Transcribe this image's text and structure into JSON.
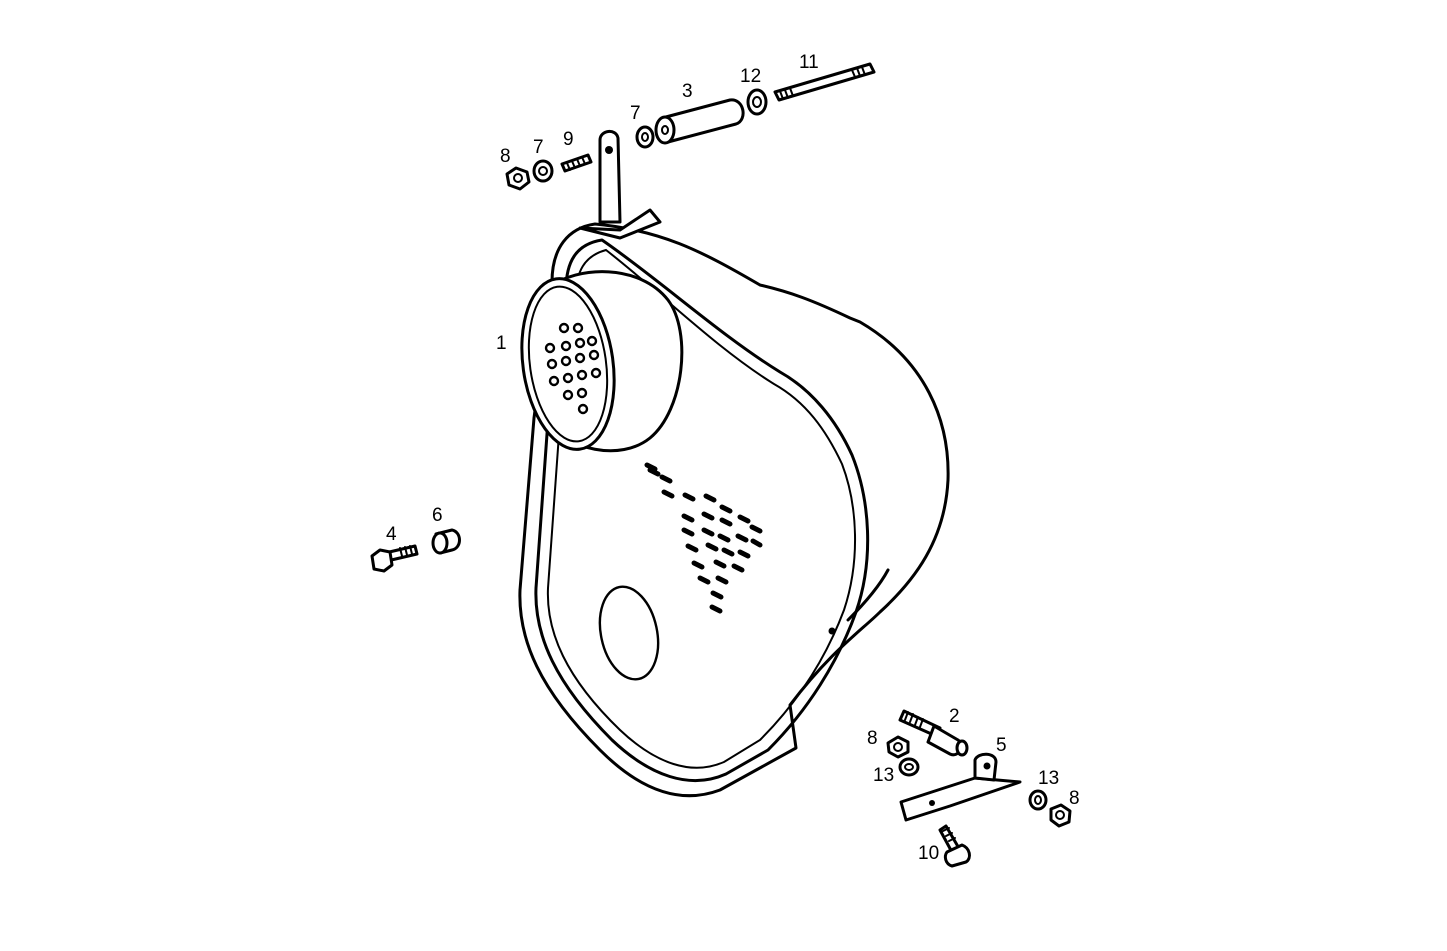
{
  "diagram": {
    "callouts": {
      "c1": "1",
      "c2": "2",
      "c3": "3",
      "c4": "4",
      "c5": "5",
      "c6": "6",
      "c7a": "7",
      "c7b": "7",
      "c8a": "8",
      "c8b": "8",
      "c8c": "8",
      "c9": "9",
      "c10": "10",
      "c11": "11",
      "c12": "12",
      "c13a": "13",
      "c13b": "13"
    },
    "colors": {
      "ink": "#000000",
      "paper": "#ffffff"
    }
  }
}
